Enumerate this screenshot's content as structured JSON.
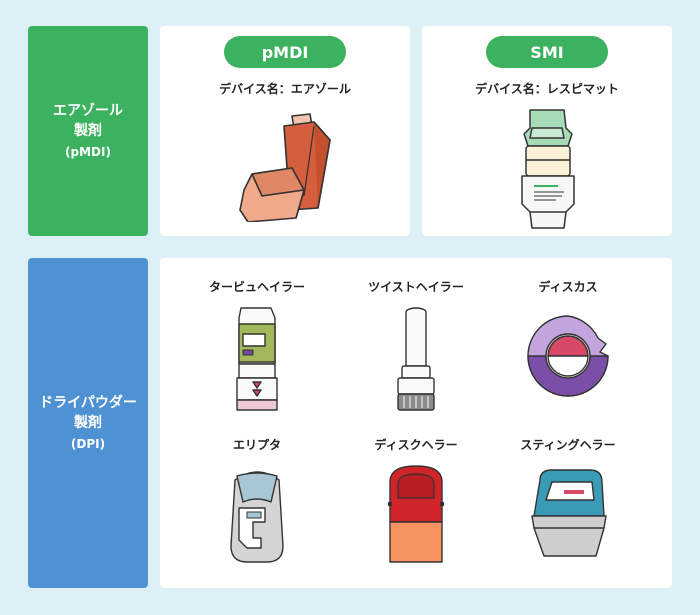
{
  "categories": {
    "aerosol": {
      "line1": "エアゾール",
      "line2": "製剤",
      "line3": "(pMDI)"
    },
    "dpi": {
      "line1": "ドライパウダー",
      "line2": "製剤",
      "line3": "(DPI)"
    }
  },
  "pmdi": {
    "badge": "pMDI",
    "device_name": "デバイス名：エアゾール"
  },
  "smi": {
    "badge": "SMI",
    "device_name": "デバイス名：レスピマット"
  },
  "dpi_devices": [
    {
      "label": "タービュヘイラー"
    },
    {
      "label": "ツイストヘイラー"
    },
    {
      "label": "ディスカス"
    },
    {
      "label": "エリプタ"
    },
    {
      "label": "ディスクヘラー"
    },
    {
      "label": "スティングヘラー"
    }
  ],
  "colors": {
    "background": "#dcf0f6",
    "aerosol_green": "#3cb15f",
    "dpi_blue": "#4f92d3"
  }
}
